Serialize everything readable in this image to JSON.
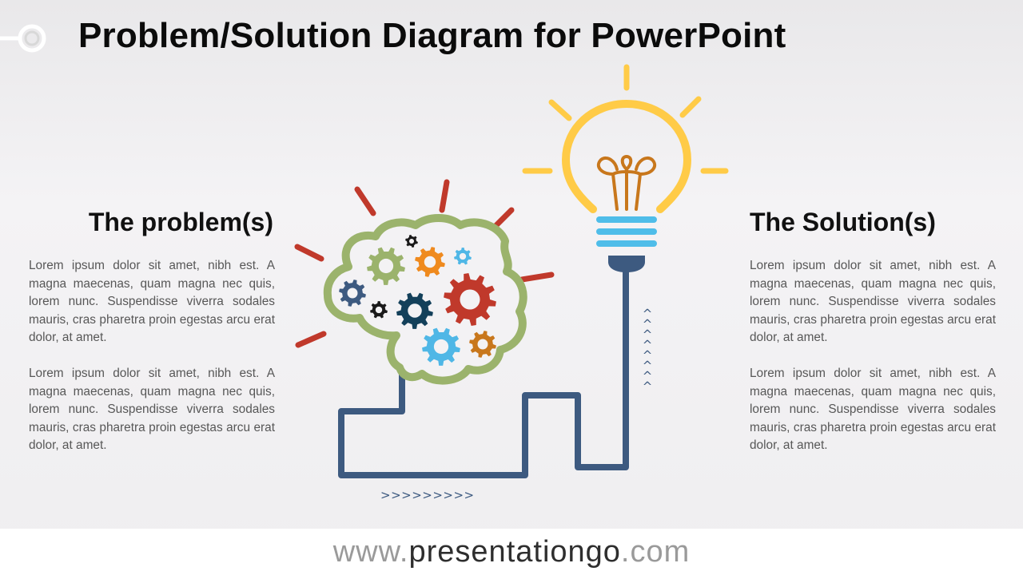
{
  "title": "Problem/Solution Diagram for PowerPoint",
  "problem": {
    "heading": "The problem(s)",
    "paragraphs": [
      "Lorem ipsum dolor sit amet, nibh est. A magna maecenas, quam magna nec quis, lorem nunc. Suspendisse viverra sodales mauris, cras pharetra proin egestas arcu erat dolor, at amet.",
      "Lorem ipsum dolor sit amet, nibh est. A magna maecenas, quam magna nec quis, lorem nunc. Suspendisse viverra sodales mauris, cras pharetra proin egestas arcu erat dolor, at amet."
    ]
  },
  "solution": {
    "heading": "The Solution(s)",
    "paragraphs": [
      "Lorem ipsum dolor sit amet, nibh est. A magna maecenas, quam magna nec quis, lorem nunc. Suspendisse viverra sodales mauris, cras pharetra proin egestas arcu erat dolor, at amet.",
      "Lorem ipsum dolor sit amet, nibh est. A magna maecenas, quam magna nec quis, lorem nunc. Suspendisse viverra sodales mauris, cras pharetra proin egestas arcu erat dolor, at amet."
    ]
  },
  "diagram": {
    "flow_arrows_horizontal": ">>>>>>>>>",
    "flow_arrows_vertical": "^^^^^^^^",
    "icons": [
      "brain-gears-icon",
      "lightbulb-icon",
      "wire-connector"
    ]
  },
  "colors": {
    "wire": "#3d5a80",
    "brain_outline": "#9bb36c",
    "rays_problem": "#c0392b",
    "bulb": "#ffcb47",
    "bulb_filament": "#c8771c",
    "bulb_base": "#4fbde9",
    "gear_red": "#c0392b",
    "gear_orange": "#ef8a1e",
    "gear_navy": "#13405a",
    "gear_blue": "#4fb7e6",
    "gear_green": "#9bb36c",
    "gear_steel": "#3d5a80",
    "gear_brown": "#c8771c",
    "gear_black": "#1a1a1a"
  },
  "footer": {
    "prefix": "www.",
    "name": "presentationgo",
    "suffix": ".com"
  }
}
